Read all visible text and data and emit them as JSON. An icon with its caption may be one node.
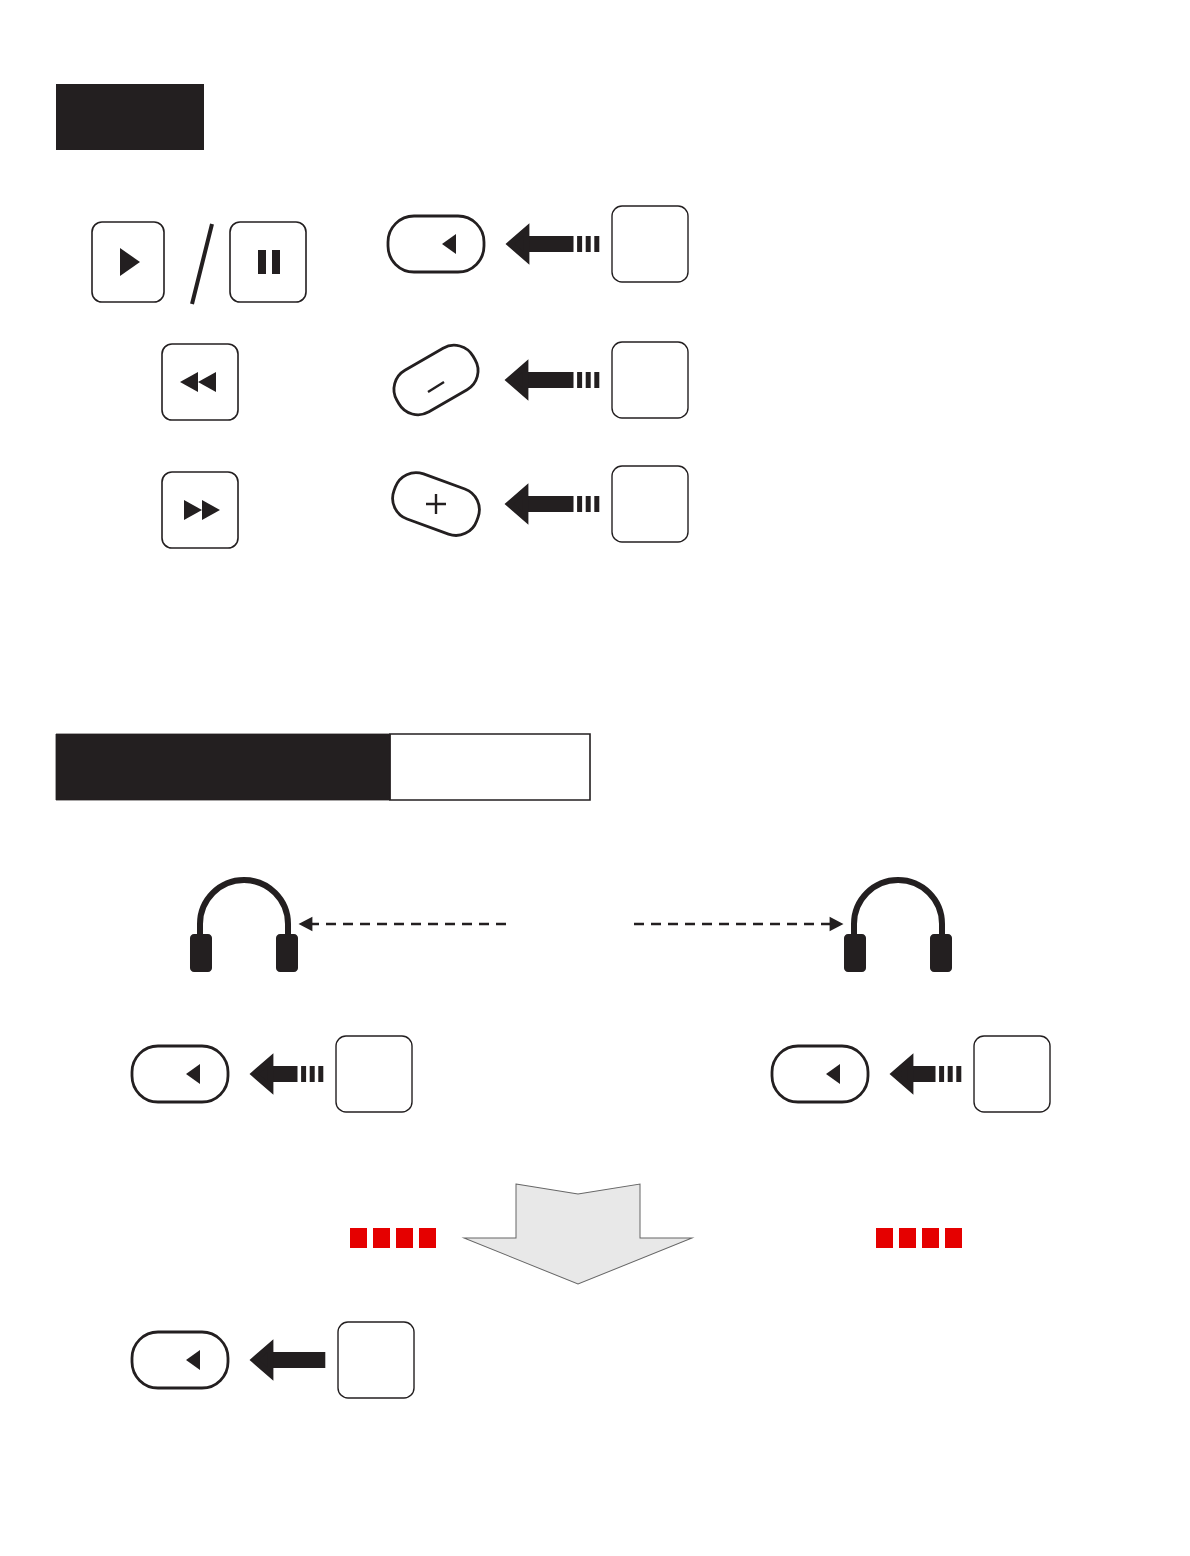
{
  "diagram": {
    "nodes": [
      {
        "text": [],
        "shape": "button"
      },
      {
        "text": [],
        "shape": "box"
      },
      {
        "text": [],
        "shape": "button"
      },
      {
        "text": [],
        "shape": "box"
      },
      {
        "text": [],
        "shape": "button"
      },
      {
        "text": [],
        "shape": "box"
      },
      {
        "text": [],
        "shape": "headphones"
      },
      {
        "text": [],
        "shape": "headphones"
      },
      {
        "text": [],
        "shape": "button"
      },
      {
        "text": [],
        "shape": "box"
      },
      {
        "text": [],
        "shape": "button"
      },
      {
        "text": [],
        "shape": "box"
      },
      {
        "text": [],
        "shape": "button"
      },
      {
        "text": [],
        "shape": "box"
      }
    ],
    "edges": [
      {
        "from": 1,
        "to": 0,
        "arrow": "to",
        "style": "dashed"
      },
      {
        "from": 3,
        "to": 2,
        "arrow": "to",
        "style": "dashed"
      },
      {
        "from": 5,
        "to": 4,
        "arrow": "to",
        "style": "dashed"
      },
      {
        "from": null,
        "to": 6,
        "arrow": "to",
        "style": "dashed"
      },
      {
        "from": null,
        "to": 7,
        "arrow": "to",
        "style": "dashed"
      },
      {
        "from": 9,
        "to": 8,
        "arrow": "to",
        "style": "dashed"
      },
      {
        "from": 11,
        "to": 10,
        "arrow": "to",
        "style": "dashed"
      },
      {
        "from": 13,
        "to": 12,
        "arrow": "to"
      }
    ]
  }
}
